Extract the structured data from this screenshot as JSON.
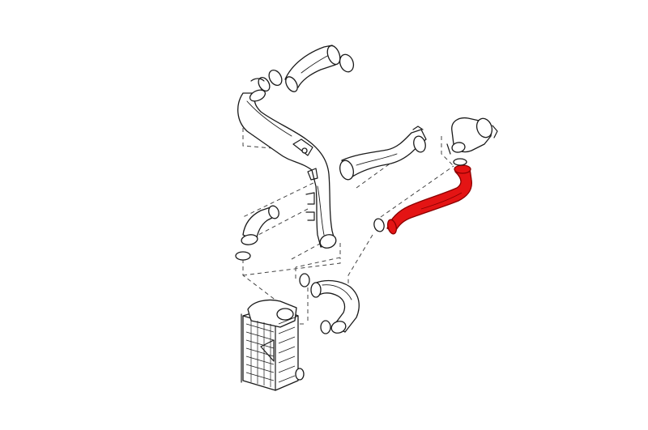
{
  "diagram": {
    "highlight_color": "#e41414",
    "outline_color": "#1a1a1a",
    "background_color": "#ffffff",
    "parts": [
      {
        "id": "upper-intake-hose",
        "highlighted": false
      },
      {
        "id": "upper-hose-clamps",
        "highlighted": false
      },
      {
        "id": "y-pipe-assembly",
        "highlighted": false
      },
      {
        "id": "middle-charge-hose",
        "highlighted": false
      },
      {
        "id": "elbow-adapter",
        "highlighted": false
      },
      {
        "id": "intercooler-charge-hose",
        "highlighted": true
      },
      {
        "id": "left-small-hose",
        "highlighted": false
      },
      {
        "id": "lower-intercooler-hose",
        "highlighted": false
      },
      {
        "id": "intercooler",
        "highlighted": false
      }
    ]
  }
}
